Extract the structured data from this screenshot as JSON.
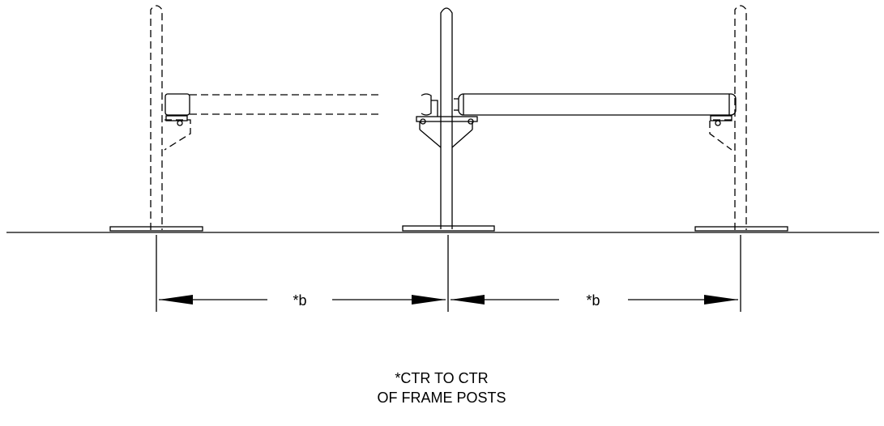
{
  "dimensions": [
    {
      "label": "*b"
    },
    {
      "label": "*b"
    }
  ],
  "note": {
    "line1": "*CTR TO CTR",
    "line2": "OF FRAME POSTS"
  }
}
